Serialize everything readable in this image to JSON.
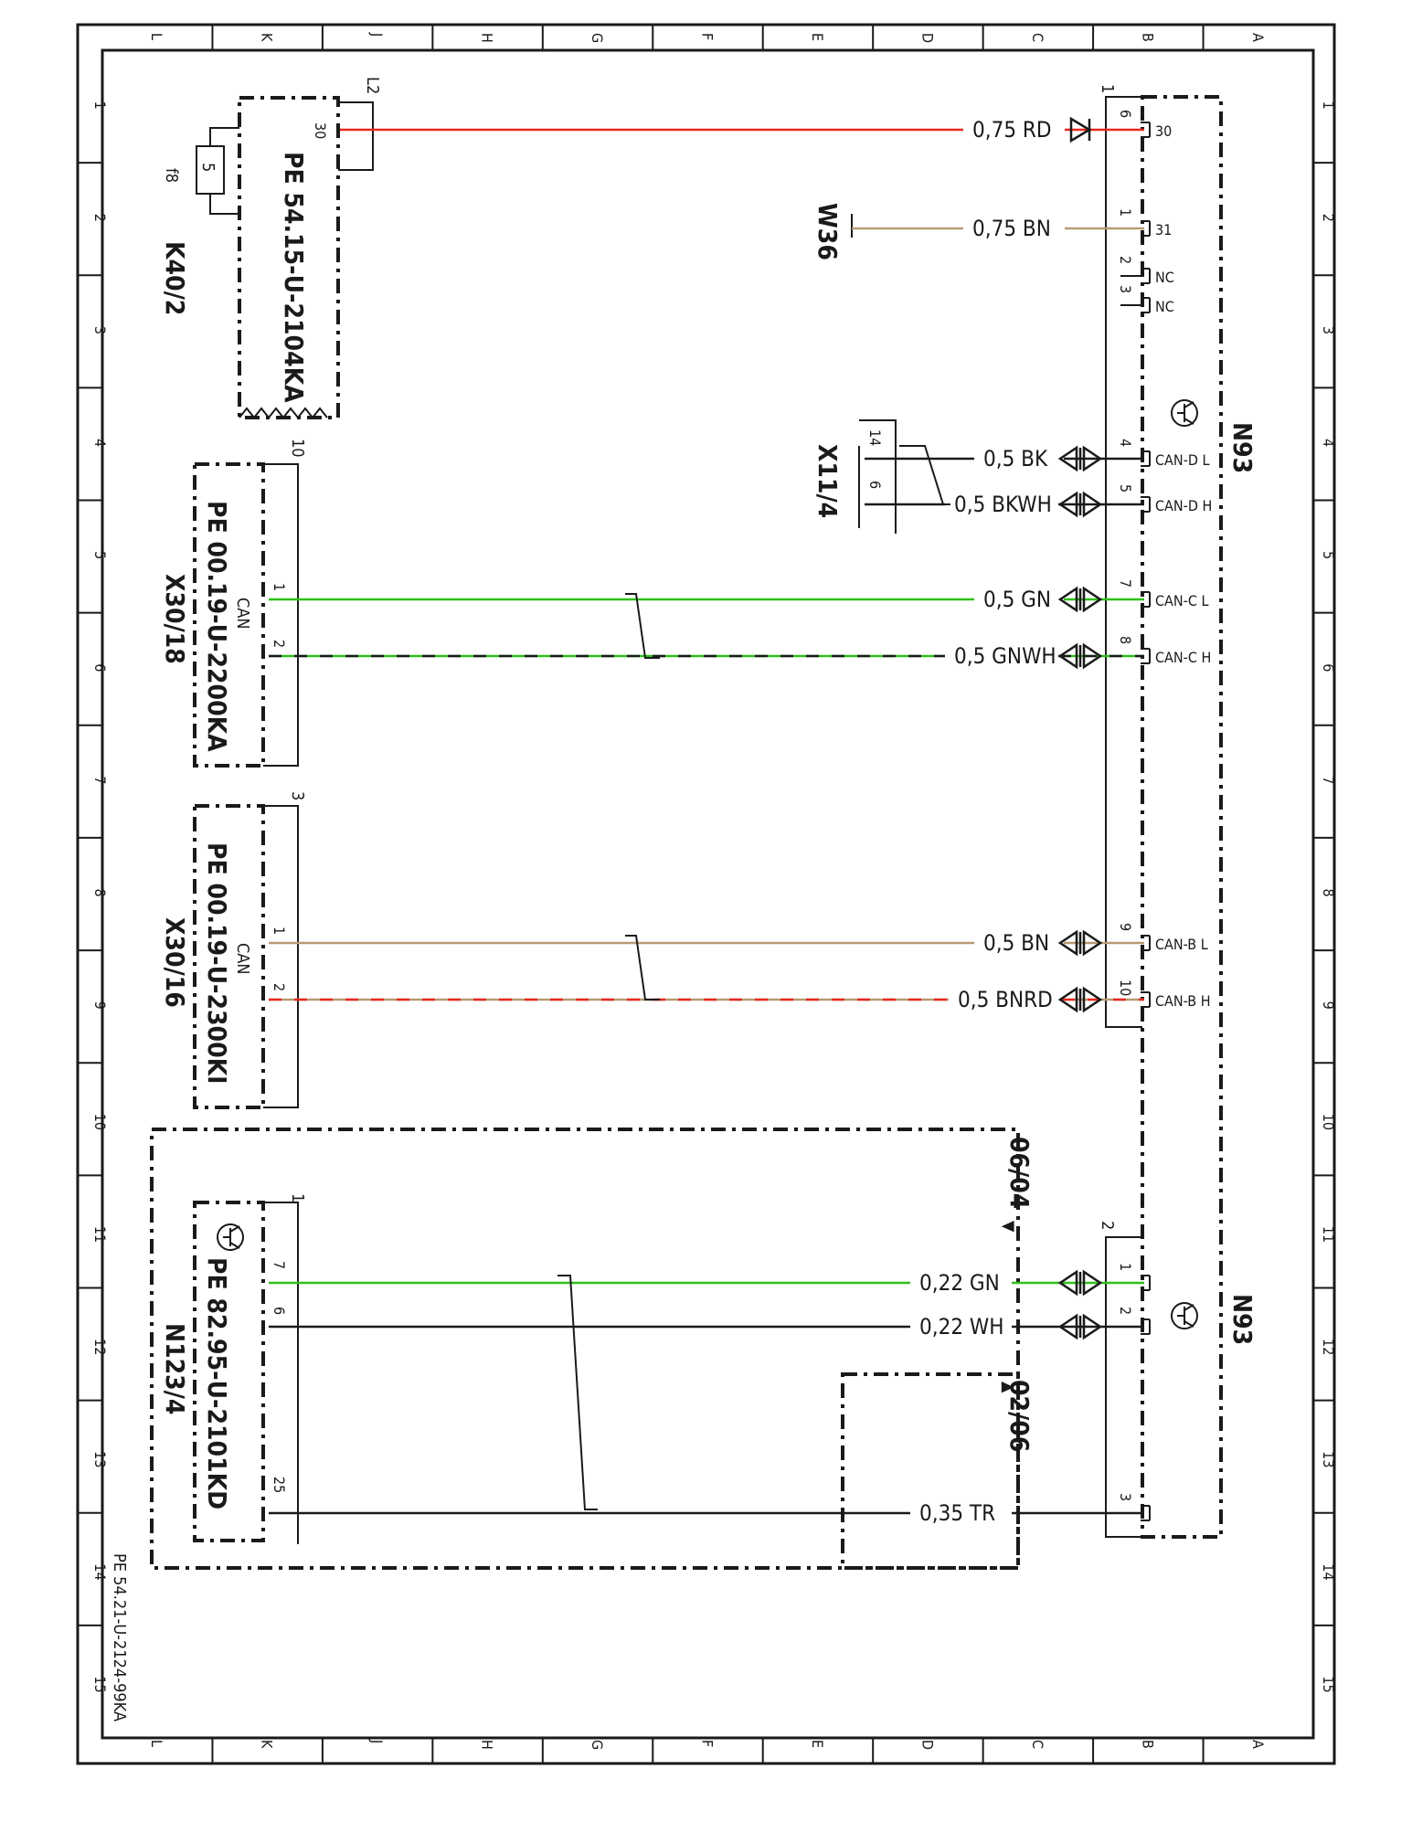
{
  "colors": {
    "red": "#e8281e",
    "green": "#2ec11a",
    "brown": "#b89a74",
    "black": "#1a1a1a"
  },
  "frame": {
    "letters": [
      "L",
      "K",
      "J",
      "H",
      "G",
      "F",
      "E",
      "D",
      "C",
      "B",
      "A"
    ],
    "numbers": [
      "1",
      "2",
      "3",
      "4",
      "5",
      "6",
      "7",
      "8",
      "9",
      "10",
      "11",
      "12",
      "13",
      "14",
      "15"
    ],
    "sheet_id": "PE 54.21-U-2124-99KA"
  },
  "components": {
    "k40_2": {
      "name": "K40/2",
      "ref": "PE 54.15-U-2104KA",
      "fuse_label": "f8",
      "fuse_value": "5",
      "pin": "30",
      "bracket": "L2"
    },
    "x30_18": {
      "name": "X30/18",
      "ref": "PE 00.19-U-2200KA",
      "tag": "CAN",
      "pin_a": "1",
      "pin_b": "2",
      "bracket": "10"
    },
    "x30_16": {
      "name": "X30/16",
      "ref": "PE 00.19-U-2300KI",
      "tag": "CAN",
      "pin_a": "1",
      "pin_b": "2",
      "bracket": "3"
    },
    "n123_4": {
      "name": "N123/4",
      "ref": "PE 82.95-U-2101KD",
      "pin_a": "7",
      "pin_b": "6",
      "pin_c": "25",
      "bracket": "1"
    },
    "x11_4": {
      "name": "X11/4",
      "pin_a": "14",
      "pin_b": "6"
    },
    "w36": {
      "name": "W36"
    },
    "n93_top": {
      "name": "N93",
      "bracket": "1"
    },
    "n93_bot": {
      "name": "N93",
      "bracket": "2"
    },
    "variant_a": "06/04",
    "variant_b": "02/06"
  },
  "wires": [
    {
      "label": "0,75 RD",
      "pin": "6",
      "term": "30",
      "color": "red"
    },
    {
      "label": "0,75 BN",
      "pin": "1",
      "term": "31",
      "color": "brown"
    },
    {
      "label": "",
      "pin": "2",
      "term": "NC",
      "color": "black"
    },
    {
      "label": "",
      "pin": "3",
      "term": "NC",
      "color": "black"
    },
    {
      "label": "0,5 BK",
      "pin": "4",
      "term": "CAN-D L",
      "color": "black"
    },
    {
      "label": "0,5 BKWH",
      "pin": "5",
      "term": "CAN-D H",
      "color": "black"
    },
    {
      "label": "0,5 GN",
      "pin": "7",
      "term": "CAN-C L",
      "color": "green"
    },
    {
      "label": "0,5 GNWH",
      "pin": "8",
      "term": "CAN-C H",
      "color": "green"
    },
    {
      "label": "0,5 BN",
      "pin": "9",
      "term": "CAN-B L",
      "color": "brown"
    },
    {
      "label": "0,5 BNRD",
      "pin": "10",
      "term": "CAN-B H",
      "color": "brown"
    },
    {
      "label": "0,22 GN",
      "pin": "1",
      "term": "",
      "color": "green"
    },
    {
      "label": "0,22 WH",
      "pin": "2",
      "term": "",
      "color": "black"
    },
    {
      "label": "0,35 TR",
      "pin": "3",
      "term": "",
      "color": "black"
    }
  ]
}
